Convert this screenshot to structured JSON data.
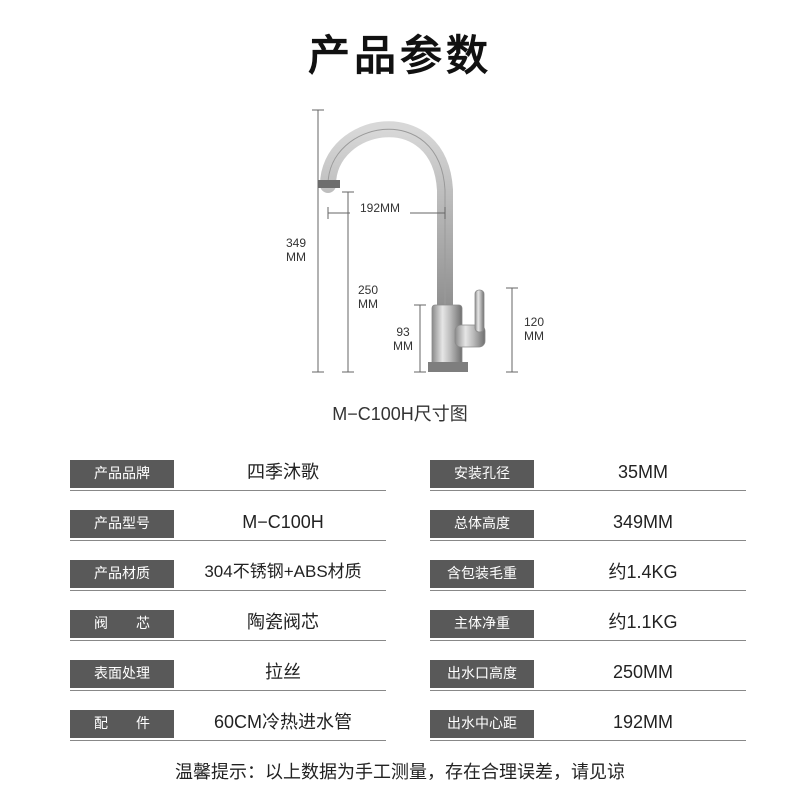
{
  "title": "产品参数",
  "diagram": {
    "caption": "M−C100H尺寸图",
    "dims": {
      "total_height": "349\nMM",
      "spout_reach": "192MM",
      "spout_height": "250\nMM",
      "base_height": "93\nMM",
      "handle_height": "120\nMM"
    }
  },
  "params": {
    "left": [
      {
        "label": "产品品牌",
        "value": "四季沐歌"
      },
      {
        "label": "产品型号",
        "value": "M−C100H"
      },
      {
        "label": "产品材质",
        "value": "304不锈钢+ABS材质"
      },
      {
        "label": "阀　　芯",
        "value": "陶瓷阀芯"
      },
      {
        "label": "表面处理",
        "value": "拉丝"
      },
      {
        "label": "配　　件",
        "value": "60CM冷热进水管"
      }
    ],
    "right": [
      {
        "label": "安装孔径",
        "value": "35MM"
      },
      {
        "label": "总体高度",
        "value": "349MM"
      },
      {
        "label": "含包装毛重",
        "value": "约1.4KG"
      },
      {
        "label": "主体净重",
        "value": "约1.1KG"
      },
      {
        "label": "出水口高度",
        "value": "250MM"
      },
      {
        "label": "出水中心距",
        "value": "192MM"
      }
    ]
  },
  "note": "温馨提示：以上数据为手工测量，存在合理误差，请见谅",
  "colors": {
    "label_bg": "#595959",
    "line": "#888888"
  }
}
